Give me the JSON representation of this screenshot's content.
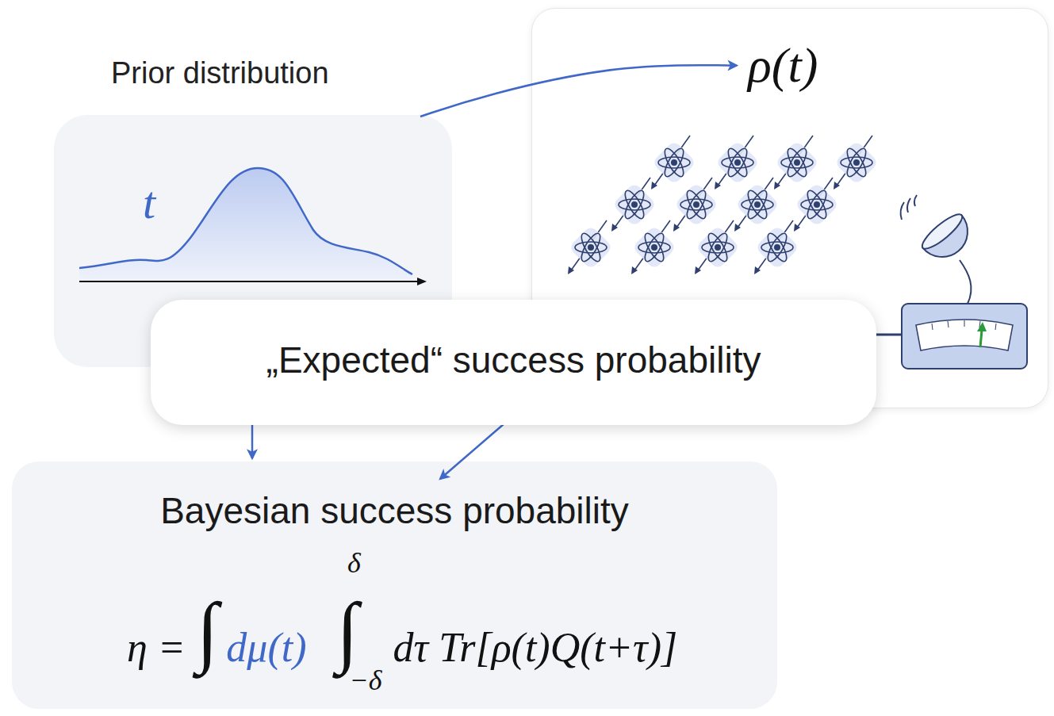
{
  "diagram": {
    "nodes": [
      {
        "text": [
          "Prior distribution",
          "t"
        ]
      },
      {
        "text": [
          "ρ(t)"
        ]
      },
      {
        "text": [
          "„Expected“ success probability"
        ]
      },
      {
        "text": [
          "Bayesian success probability",
          "η =",
          "∫",
          "dμ(t)",
          "∫",
          "δ",
          "−δ",
          "dτ Tr[ρ(t)Q(t+τ)]"
        ]
      }
    ],
    "edges": [
      {
        "from": 0,
        "to": 1,
        "arrow": "to"
      },
      {
        "from": 0,
        "to": 3,
        "arrow": "to"
      },
      {
        "from": 1,
        "to": 3,
        "arrow": "to"
      }
    ]
  }
}
